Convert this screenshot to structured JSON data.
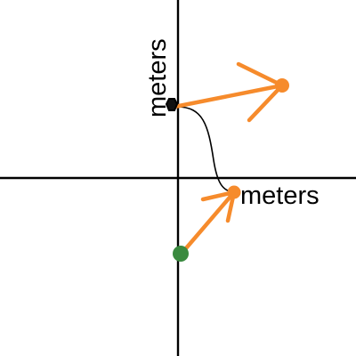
{
  "diagram": {
    "x_axis_label": "meters",
    "y_axis_label": "meters",
    "colors": {
      "background": "#ffffff",
      "axis": "#000000",
      "vector": "#f68b2c",
      "path": "#000000",
      "start_point": "#3a8a3f",
      "object": "#000000"
    },
    "start_marker": "green-dot",
    "object_marker": "black-hexagon",
    "vector_style": "orange-arrow"
  }
}
